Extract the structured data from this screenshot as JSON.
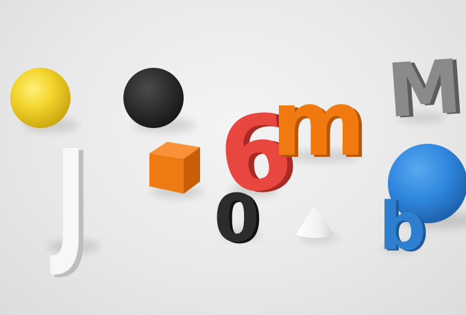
{
  "scene": {
    "background": "#e8e8e8",
    "objects": [
      {
        "kind": "sphere",
        "color": "#f2d22a"
      },
      {
        "kind": "sphere",
        "color": "#2b2b2b"
      },
      {
        "kind": "sphere",
        "color": "#2f86de"
      },
      {
        "kind": "cube",
        "color": "#f07a10"
      },
      {
        "kind": "cone",
        "color": "#f2f2f2"
      }
    ],
    "letters": {
      "j": "J",
      "zero": "0",
      "six": "6",
      "m_lower": "m",
      "m_upper": "M",
      "b": "b"
    },
    "letter_colors": {
      "j": "#f7f7f7",
      "zero": "#2c2c2c",
      "six": "#e8473f",
      "m_lower": "#f07a10",
      "m_upper": "#8a8a8a",
      "b": "#2f7fd0"
    }
  }
}
